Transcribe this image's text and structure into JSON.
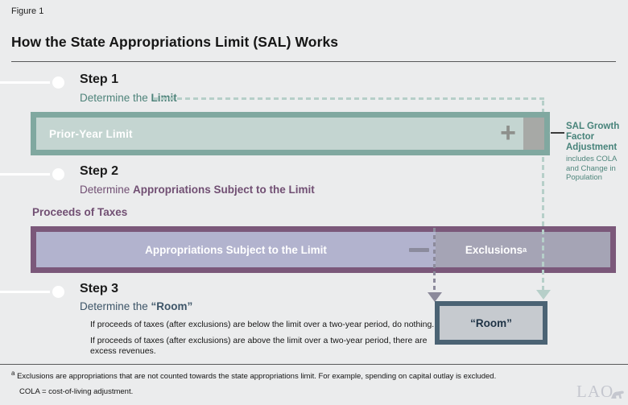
{
  "figure_label": "Figure 1",
  "title": "How the State Appropriations Limit (SAL) Works",
  "steps": [
    {
      "label": "Step 1",
      "subtitle_regular": "Determine the ",
      "subtitle_bold": "Limit"
    },
    {
      "label": "Step 2",
      "subtitle_regular": "Determine ",
      "subtitle_bold": "Appropriations Subject to the Limit"
    },
    {
      "label": "Step 3",
      "subtitle_regular": "Determine the ",
      "subtitle_bold": "“Room”"
    }
  ],
  "step1": {
    "box_label": "Prior-Year Limit",
    "plus_sign": "+",
    "annotation_title": "SAL Growth Factor Adjustment",
    "annotation_sub": "includes COLA and Change in Population"
  },
  "step2": {
    "section_label": "Proceeds of Taxes",
    "box_label": "Appropriations Subject to the Limit",
    "exclusions_label": "Exclusions",
    "exclusions_sup": "a"
  },
  "step3": {
    "body_line1": "If proceeds of taxes (after exclusions) are below the limit over a two-year period, do nothing.",
    "body_line2": "If proceeds of taxes (after exclusions) are above the limit over a two-year period, there are excess revenues.",
    "room_label": "“Room”"
  },
  "footnotes": {
    "sup": "a",
    "line1": " Exclusions are appropriations that are not counted towards the state appropriations limit. For example, spending on capital outlay is excluded.",
    "line2": "COLA = cost-of-living adjustment."
  },
  "logo_text": "LAO",
  "colors": {
    "background": "#ebeced",
    "teal_border": "#80a8a0",
    "teal_fill": "#c4d5d1",
    "teal_text": "#4e837a",
    "teal_dash": "#b6cfc9",
    "purple_border": "#7b587a",
    "purple_fill": "#b2b3ce",
    "purple_text": "#714f73",
    "exclusions_fill": "#a5a4b5",
    "gray_dash": "#8c8a9b",
    "room_border": "#4b6374",
    "room_fill": "#c6cacf",
    "room_text": "#1e3245"
  }
}
